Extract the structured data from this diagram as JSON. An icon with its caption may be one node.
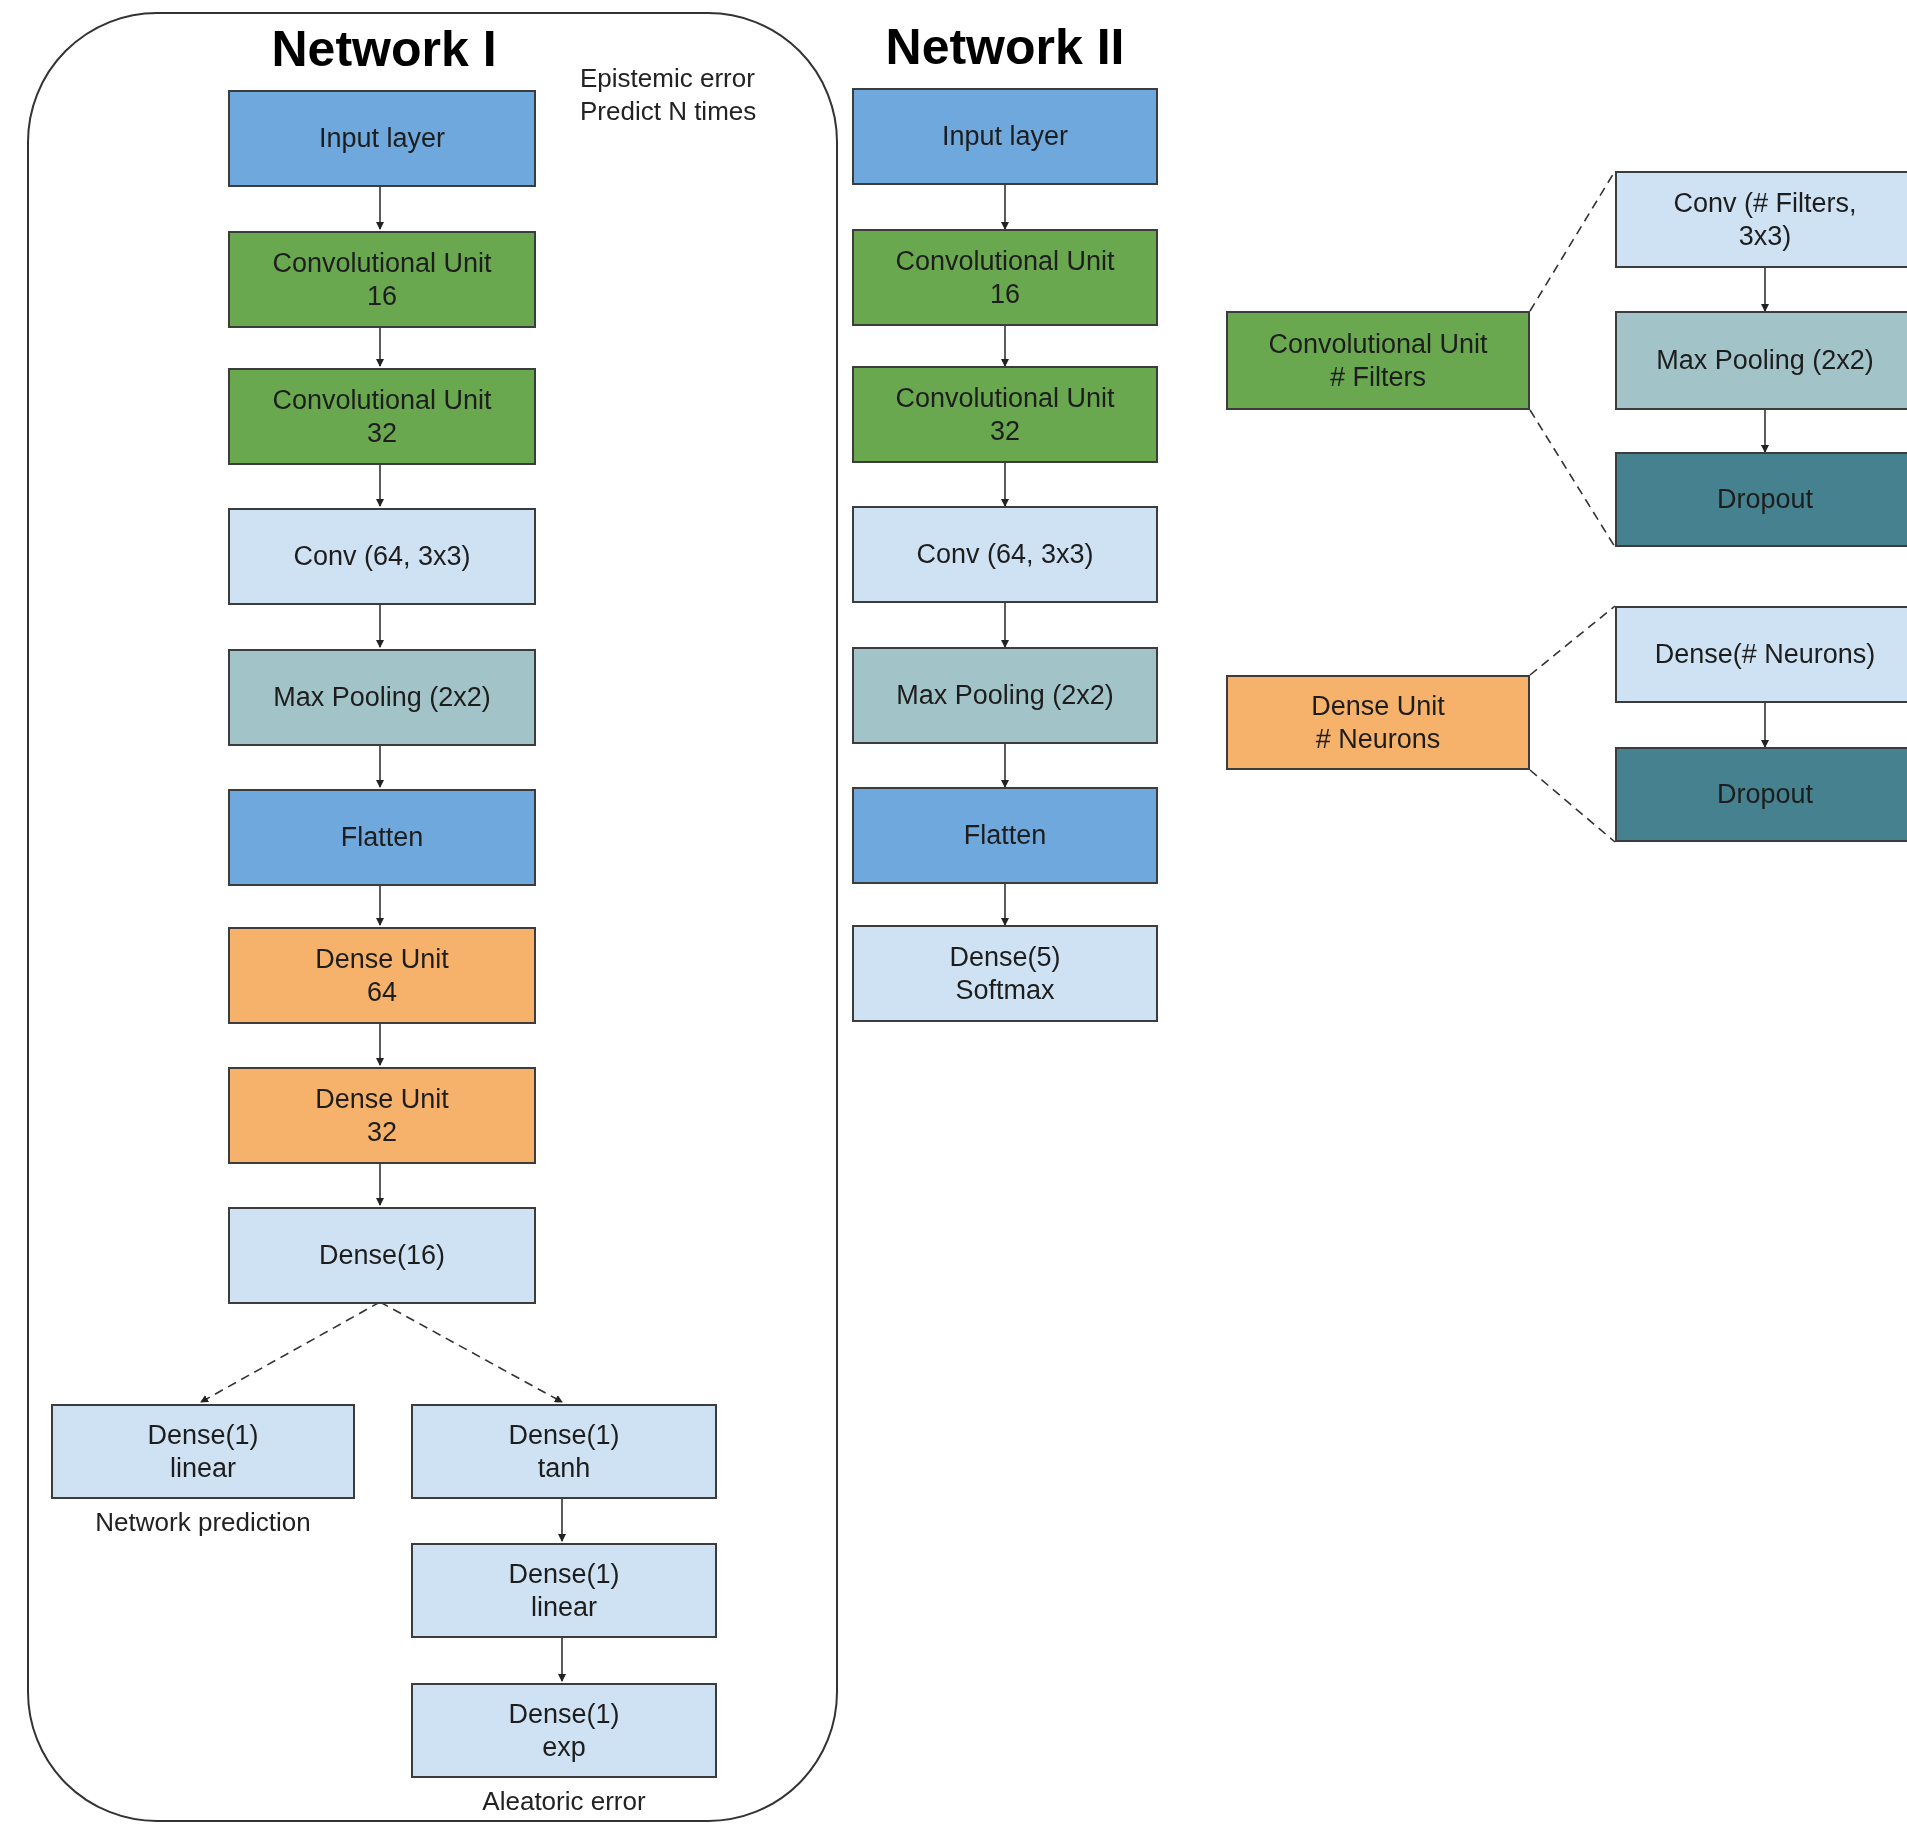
{
  "diagram": {
    "nodes": [
      {
        "text": [
          "Network I",
          "Epistemic error Predict N times"
        ]
      },
      {
        "text": [
          "Input layer"
        ],
        "in": 0
      },
      {
        "text": [
          "Convolutional Unit",
          "16"
        ],
        "in": 0
      },
      {
        "text": [
          "Convolutional Unit",
          "32"
        ],
        "in": 0
      },
      {
        "text": [
          "Conv (64, 3x3)"
        ],
        "in": 0
      },
      {
        "text": [
          "Max Pooling (2x2)"
        ],
        "in": 0
      },
      {
        "text": [
          "Flatten"
        ],
        "in": 0
      },
      {
        "text": [
          "Dense Unit",
          "64"
        ],
        "in": 0
      },
      {
        "text": [
          "Dense Unit",
          "32"
        ],
        "in": 0
      },
      {
        "text": [
          "Dense(16)"
        ],
        "in": 0
      },
      {
        "text": [
          "Dense(1)",
          "linear"
        ],
        "in": 0,
        "beside": [
          "Network prediction"
        ]
      },
      {
        "text": [
          "Dense(1)",
          "tanh"
        ],
        "in": 0
      },
      {
        "text": [
          "Dense(1)",
          "linear"
        ],
        "in": 0
      },
      {
        "text": [
          "Dense(1)",
          "exp"
        ],
        "in": 0,
        "beside": [
          "Aleatoric error"
        ]
      },
      {
        "text": [
          "Input layer"
        ]
      },
      {
        "text": [
          "Convolutional Unit",
          "16"
        ]
      },
      {
        "text": [
          "Convolutional Unit",
          "32"
        ]
      },
      {
        "text": [
          "Conv (64, 3x3)"
        ]
      },
      {
        "text": [
          "Max Pooling (2x2)"
        ]
      },
      {
        "text": [
          "Flatten"
        ]
      },
      {
        "text": [
          "Dense(5)",
          "Softmax"
        ]
      },
      {
        "text": [
          "Convolutional Unit",
          "# Filters"
        ]
      },
      {
        "text": [
          "Conv (# Filters, 3x3)"
        ]
      },
      {
        "text": [
          "Max Pooling (2x2)"
        ]
      },
      {
        "text": [
          "Dropout"
        ]
      },
      {
        "text": [
          "Dense Unit",
          "# Neurons"
        ]
      },
      {
        "text": [
          "Dense(# Neurons)"
        ]
      },
      {
        "text": [
          "Dropout"
        ]
      }
    ],
    "edges": [
      {
        "from": 1,
        "to": 2,
        "arrow": "to"
      },
      {
        "from": 2,
        "to": 3,
        "arrow": "to"
      },
      {
        "from": 3,
        "to": 4,
        "arrow": "to"
      },
      {
        "from": 4,
        "to": 5,
        "arrow": "to"
      },
      {
        "from": 5,
        "to": 6,
        "arrow": "to"
      },
      {
        "from": 6,
        "to": 7,
        "arrow": "to"
      },
      {
        "from": 7,
        "to": 8,
        "arrow": "to"
      },
      {
        "from": 8,
        "to": 9,
        "arrow": "to"
      },
      {
        "from": 9,
        "to": 10,
        "arrow": "to",
        "style": "dashed"
      },
      {
        "from": 9,
        "to": 11,
        "arrow": "to",
        "style": "dashed"
      },
      {
        "from": 11,
        "to": 12,
        "arrow": "to"
      },
      {
        "from": 12,
        "to": 13,
        "arrow": "to"
      },
      {
        "from": 14,
        "to": 15,
        "arrow": "to"
      },
      {
        "from": 15,
        "to": 16,
        "arrow": "to"
      },
      {
        "from": 16,
        "to": 17,
        "arrow": "to"
      },
      {
        "from": 17,
        "to": 18,
        "arrow": "to"
      },
      {
        "from": 18,
        "to": 19,
        "arrow": "to"
      },
      {
        "from": 19,
        "to": 20,
        "arrow": "to"
      },
      {
        "from": 21,
        "to": 22,
        "arrow": "none",
        "style": "dashed"
      },
      {
        "from": 21,
        "to": 24,
        "arrow": "none",
        "style": "dashed"
      },
      {
        "from": 22,
        "to": 23,
        "arrow": "to"
      },
      {
        "from": 23,
        "to": 24,
        "arrow": "to"
      },
      {
        "from": 25,
        "to": 26,
        "arrow": "none",
        "style": "dashed"
      },
      {
        "from": 25,
        "to": 27,
        "arrow": "none",
        "style": "dashed"
      },
      {
        "from": 26,
        "to": 27,
        "arrow": "to"
      }
    ],
    "labels": [
      "Network II"
    ]
  }
}
